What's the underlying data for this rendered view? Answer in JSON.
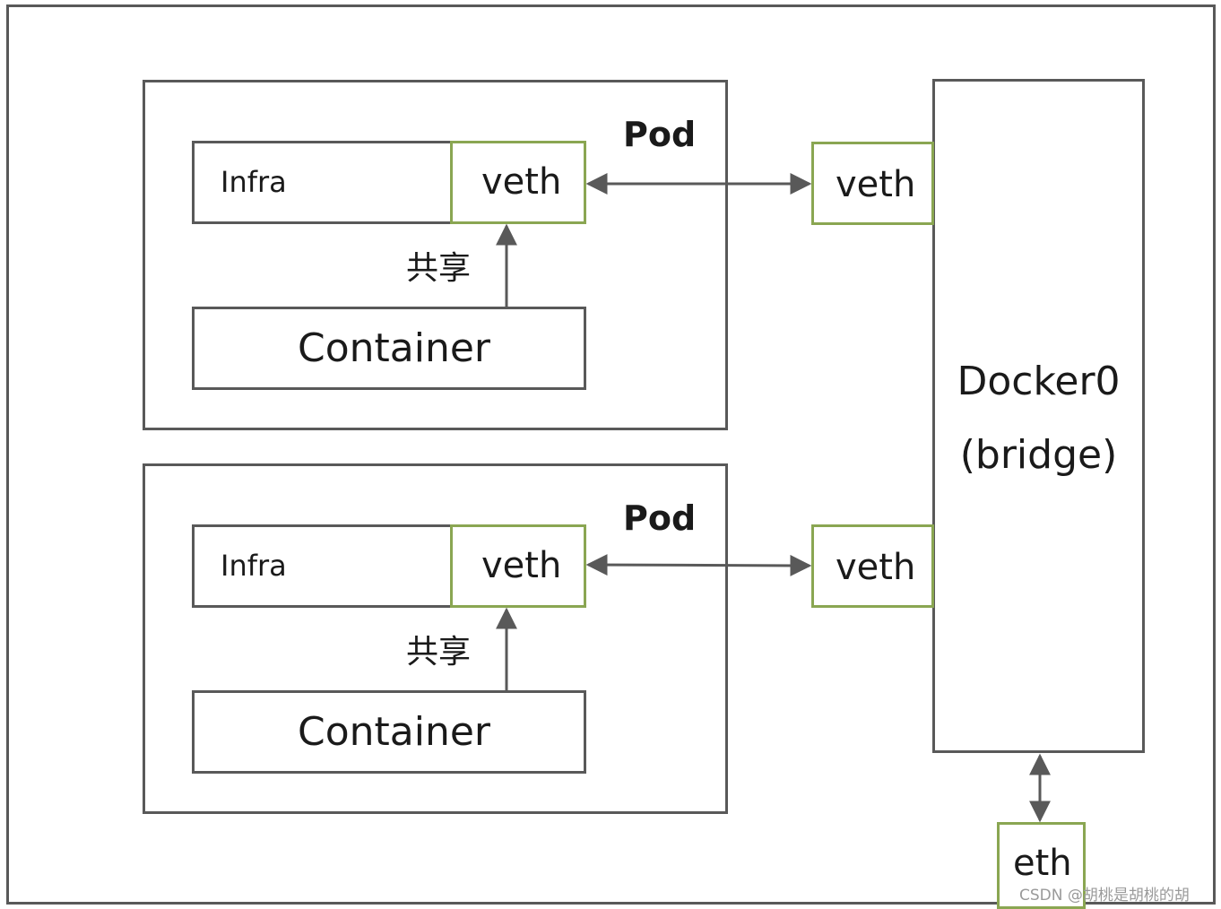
{
  "pods": [
    {
      "title": "Pod",
      "infra_label": "Infra",
      "veth_label": "veth",
      "share_label": "共享",
      "container_label": "Container"
    },
    {
      "title": "Pod",
      "infra_label": "Infra",
      "veth_label": "veth",
      "share_label": "共享",
      "container_label": "Container"
    }
  ],
  "bridge": {
    "name": "Docker0",
    "type": "(bridge)",
    "veth_labels": [
      "veth",
      "veth"
    ]
  },
  "eth_label": "eth",
  "watermark": "CSDN @胡桃是胡桃的胡",
  "colors": {
    "border": "#595959",
    "veth_border": "#8aa652",
    "arrow": "#595959"
  }
}
